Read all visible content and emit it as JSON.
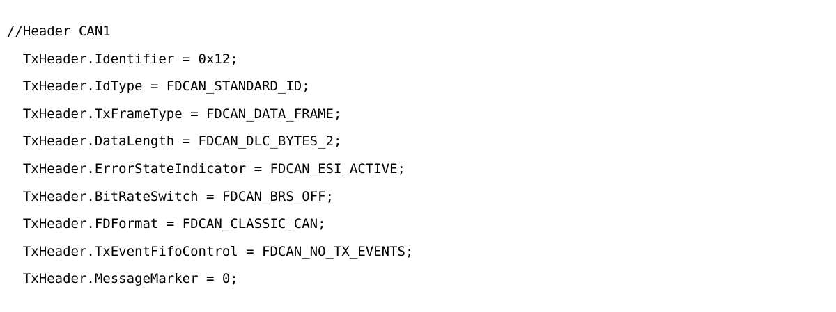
{
  "code": {
    "language": "c",
    "lines": [
      "//Header CAN1",
      "  TxHeader.Identifier = 0x12;",
      "  TxHeader.IdType = FDCAN_STANDARD_ID;",
      "  TxHeader.TxFrameType = FDCAN_DATA_FRAME;",
      "  TxHeader.DataLength = FDCAN_DLC_BYTES_2;",
      "  TxHeader.ErrorStateIndicator = FDCAN_ESI_ACTIVE;",
      "  TxHeader.BitRateSwitch = FDCAN_BRS_OFF;",
      "  TxHeader.FDFormat = FDCAN_CLASSIC_CAN;",
      "  TxHeader.TxEventFifoControl = FDCAN_NO_TX_EVENTS;",
      "  TxHeader.MessageMarker = 0;"
    ],
    "colors": {
      "background": "#ffffff",
      "text": "#000000"
    }
  }
}
